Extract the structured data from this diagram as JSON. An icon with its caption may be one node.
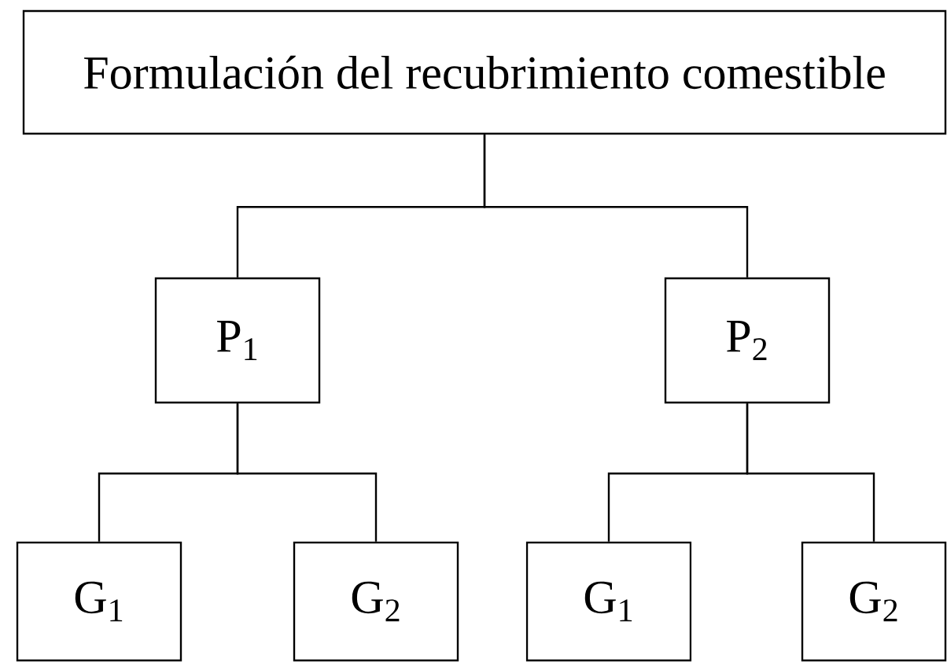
{
  "diagram": {
    "nodes": [
      {
        "text": [
          "Formulación del recubrimiento comestible"
        ]
      },
      {
        "text": [
          "P$_{1}$"
        ]
      },
      {
        "text": [
          "P$_{2}$"
        ]
      },
      {
        "text": [
          "G$_{1}$"
        ]
      },
      {
        "text": [
          "G$_{2}$"
        ]
      },
      {
        "text": [
          "G$_{1}$"
        ]
      },
      {
        "text": [
          "G$_{2}$"
        ]
      }
    ],
    "edges": [
      {
        "from": 0,
        "to": 1,
        "arrow": "none"
      },
      {
        "from": 0,
        "to": 2,
        "arrow": "none"
      },
      {
        "from": 1,
        "to": 3,
        "arrow": "none"
      },
      {
        "from": 1,
        "to": 4,
        "arrow": "none"
      },
      {
        "from": 2,
        "to": 5,
        "arrow": "none"
      },
      {
        "from": 2,
        "to": 6,
        "arrow": "none"
      }
    ]
  }
}
